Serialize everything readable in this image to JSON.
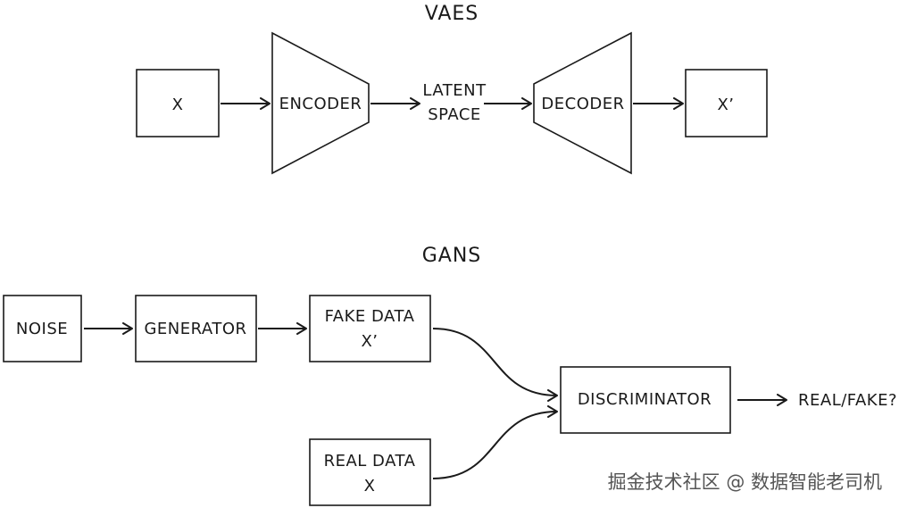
{
  "vaes": {
    "title": "VAES",
    "input": "X",
    "encoder": "ENCODER",
    "latent_line1": "LATENT",
    "latent_line2": "SPACE",
    "decoder": "DECODER",
    "output": "X’"
  },
  "gans": {
    "title": "GANS",
    "noise": "NOISE",
    "generator": "GENERATOR",
    "fake_line1": "FAKE DATA",
    "fake_line2": "X’",
    "real_line1": "REAL DATA",
    "real_line2": "X",
    "discriminator": "DISCRIMINATOR",
    "result": "REAL/FAKE?"
  },
  "watermark": "掘金技术社区 @ 数据智能老司机"
}
